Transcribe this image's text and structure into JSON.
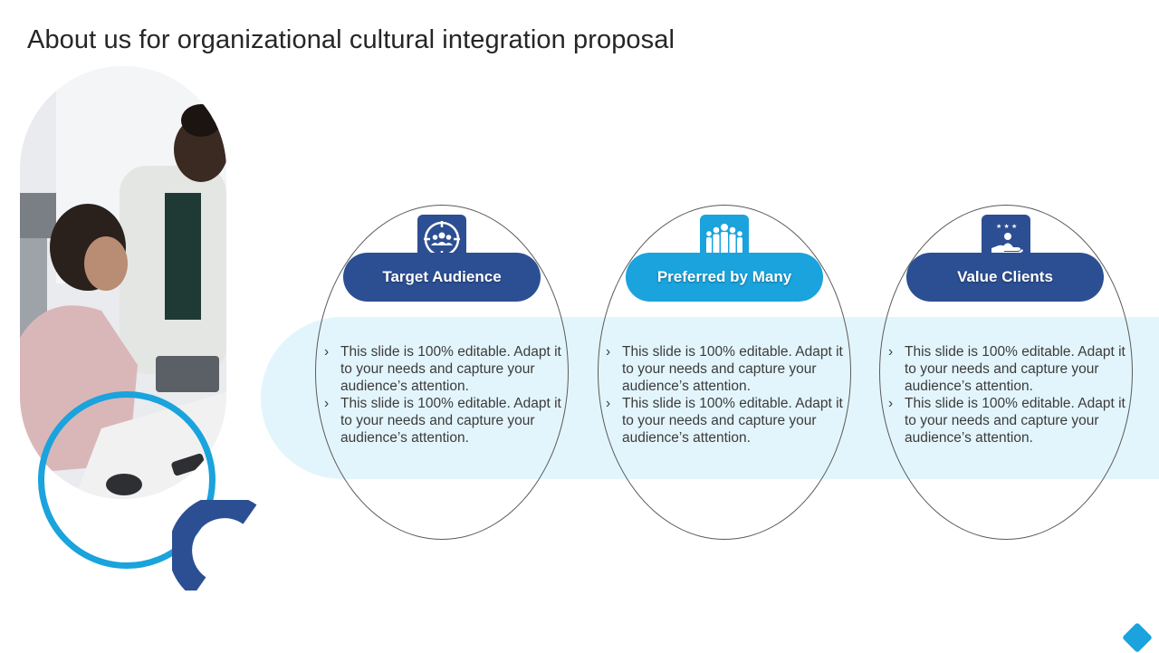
{
  "slide": {
    "title": "About us for organizational cultural integration proposal"
  },
  "colors": {
    "dark_blue": "#2c4f93",
    "light_blue": "#1aa3dc",
    "band": "#e3f5fc"
  },
  "cards": [
    {
      "heading": "Target Audience",
      "icon": "target-audience-icon",
      "accent": "#2c4f93",
      "bullets": [
        "This slide is 100% editable. Adapt it to your needs and capture your audience’s attention.",
        "This slide is 100% editable. Adapt it to your needs and capture your audience’s attention."
      ]
    },
    {
      "heading": "Preferred by Many",
      "icon": "group-people-icon",
      "accent": "#1aa3dc",
      "bullets": [
        "This slide is 100% editable. Adapt it to your needs and capture your audience’s attention.",
        "This slide is 100% editable. Adapt it to your needs and capture your audience’s attention."
      ]
    },
    {
      "heading": "Value Clients",
      "icon": "client-hand-icon",
      "accent": "#2c4f93",
      "bullets": [
        "This slide is 100% editable. Adapt it to your needs and capture your audience’s attention.",
        "This slide is 100% editable. Adapt it to your needs and capture your audience’s attention."
      ]
    }
  ]
}
